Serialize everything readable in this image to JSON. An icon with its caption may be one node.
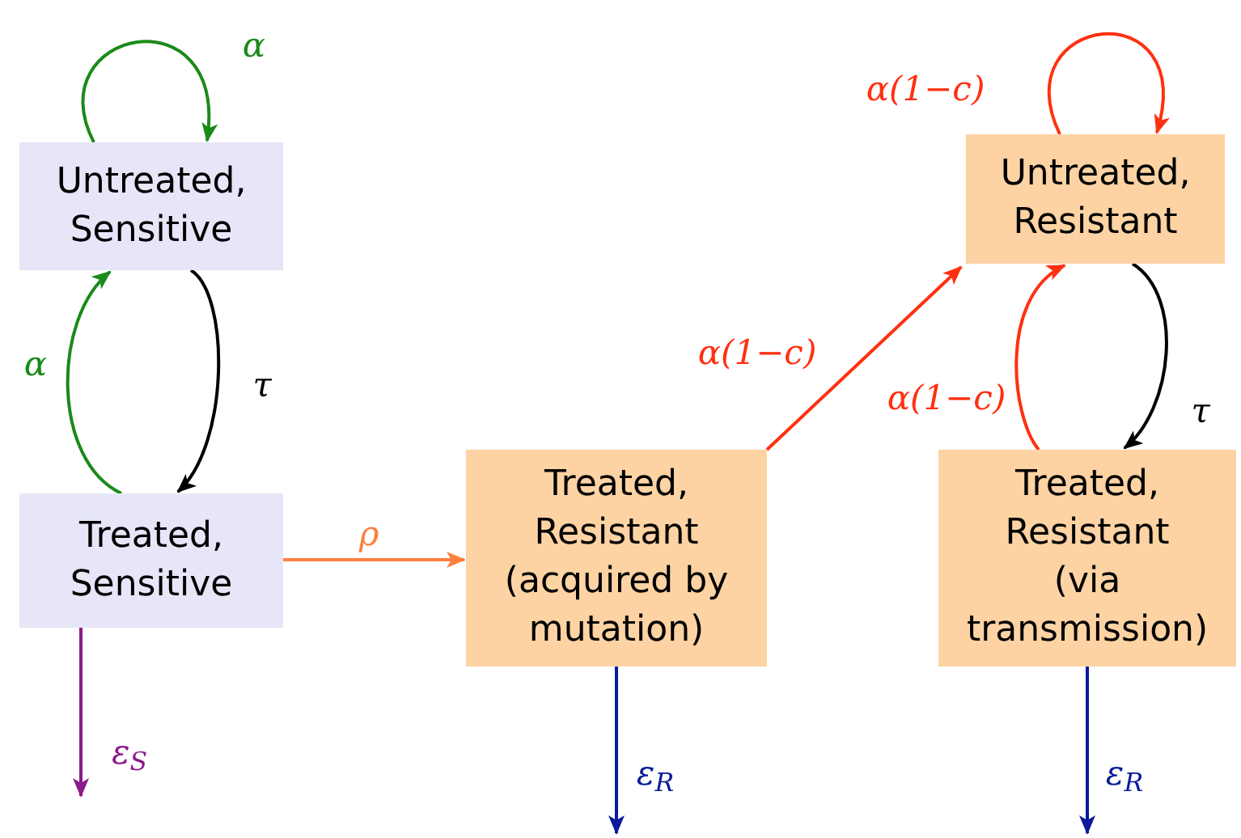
{
  "diagram": {
    "nodes": [
      {
        "text": [
          "Untreated, Sensitive"
        ]
      },
      {
        "text": [
          "Treated, Sensitive"
        ]
      },
      {
        "text": [
          "Treated, Resistant (acquired by mutation)"
        ]
      },
      {
        "text": [
          "Untreated, Resistant"
        ]
      },
      {
        "text": [
          "Treated, Resistant (via transmission)"
        ]
      }
    ],
    "edges": [
      {
        "from": 0,
        "to": 0,
        "arrow": "to",
        "label": "α",
        "color": "#1a8a1a"
      },
      {
        "from": 1,
        "to": 0,
        "arrow": "to",
        "label": "α",
        "color": "#1a8a1a"
      },
      {
        "from": 0,
        "to": 1,
        "arrow": "to",
        "label": "τ",
        "color": "#000000"
      },
      {
        "from": 1,
        "to": 2,
        "arrow": "to",
        "label": "ρ",
        "color": "#ff7f3f"
      },
      {
        "from": 2,
        "to": 3,
        "arrow": "to",
        "label": "α(1−c)",
        "color": "#ff3010"
      },
      {
        "from": 4,
        "to": 3,
        "arrow": "to",
        "label": "α(1−c)",
        "color": "#ff3010"
      },
      {
        "from": 3,
        "to": 4,
        "arrow": "to",
        "label": "τ",
        "color": "#000000"
      },
      {
        "from": 3,
        "to": 3,
        "arrow": "to",
        "label": "α(1−c)",
        "color": "#ff3010"
      },
      {
        "from": 1,
        "to": null,
        "arrow": "to",
        "label": "ε$_{S}$",
        "color": "#8b1a8b"
      },
      {
        "from": 2,
        "to": null,
        "arrow": "to",
        "label": "ε$_{R}$",
        "color": "#0a1a9a"
      },
      {
        "from": 4,
        "to": null,
        "arrow": "to",
        "label": "ε$_{R}$",
        "color": "#0a1a9a"
      }
    ]
  }
}
